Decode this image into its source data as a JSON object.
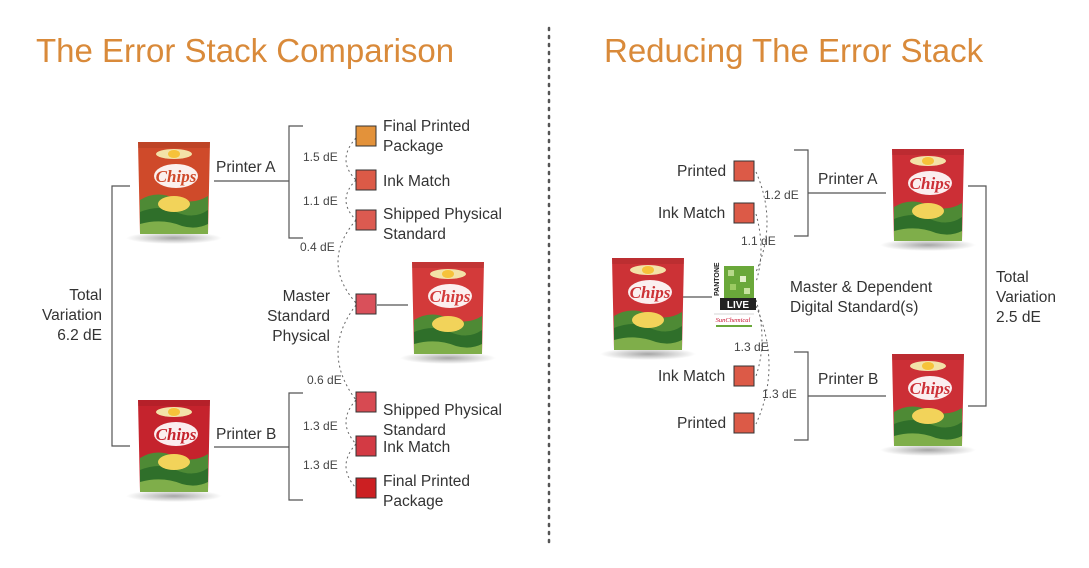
{
  "left": {
    "title": "The Error Stack Comparison",
    "total_label": "Total\nVariation\n6.2 dE",
    "printer_a": "Printer A",
    "printer_b": "Printer B",
    "master_label": "Master\nStandard\nPhysical",
    "a_items": [
      "Final Printed\nPackage",
      "Ink Match",
      "Shipped Physical\nStandard"
    ],
    "b_items": [
      "Shipped Physical\nStandard",
      "Ink Match",
      "Final Printed\nPackage"
    ],
    "de_values": [
      "1.5 dE",
      "1.1 dE",
      "0.4 dE",
      "0.6 dE",
      "1.3 dE",
      "1.3 dE"
    ],
    "swatch_colors": {
      "final_a": "#e3923a",
      "ink_a": "#dc5a47",
      "ship_a": "#dc5a50",
      "master": "#d9505a",
      "ship_b": "#d74a52",
      "ink_b": "#d33a44",
      "final_b": "#cc1f22"
    }
  },
  "right": {
    "title": "Reducing The Error Stack",
    "total_label": "Total\nVariation\n2.5 dE",
    "printer_a": "Printer A",
    "printer_b": "Printer B",
    "digital_label": "Master & Dependent\nDigital Standard(s)",
    "top_items": [
      "Printed",
      "Ink Match"
    ],
    "bottom_items": [
      "Ink Match",
      "Printed"
    ],
    "de_values": [
      "1.2 dE",
      "1.1 dE",
      "1.3 dE",
      "1.3 dE"
    ],
    "swatch_color": "#dc5a47",
    "logo": {
      "brand": "PANTONE",
      "product": "LIVE",
      "partner": "SunChemical"
    }
  },
  "bag": {
    "brand_text": "Chips"
  }
}
